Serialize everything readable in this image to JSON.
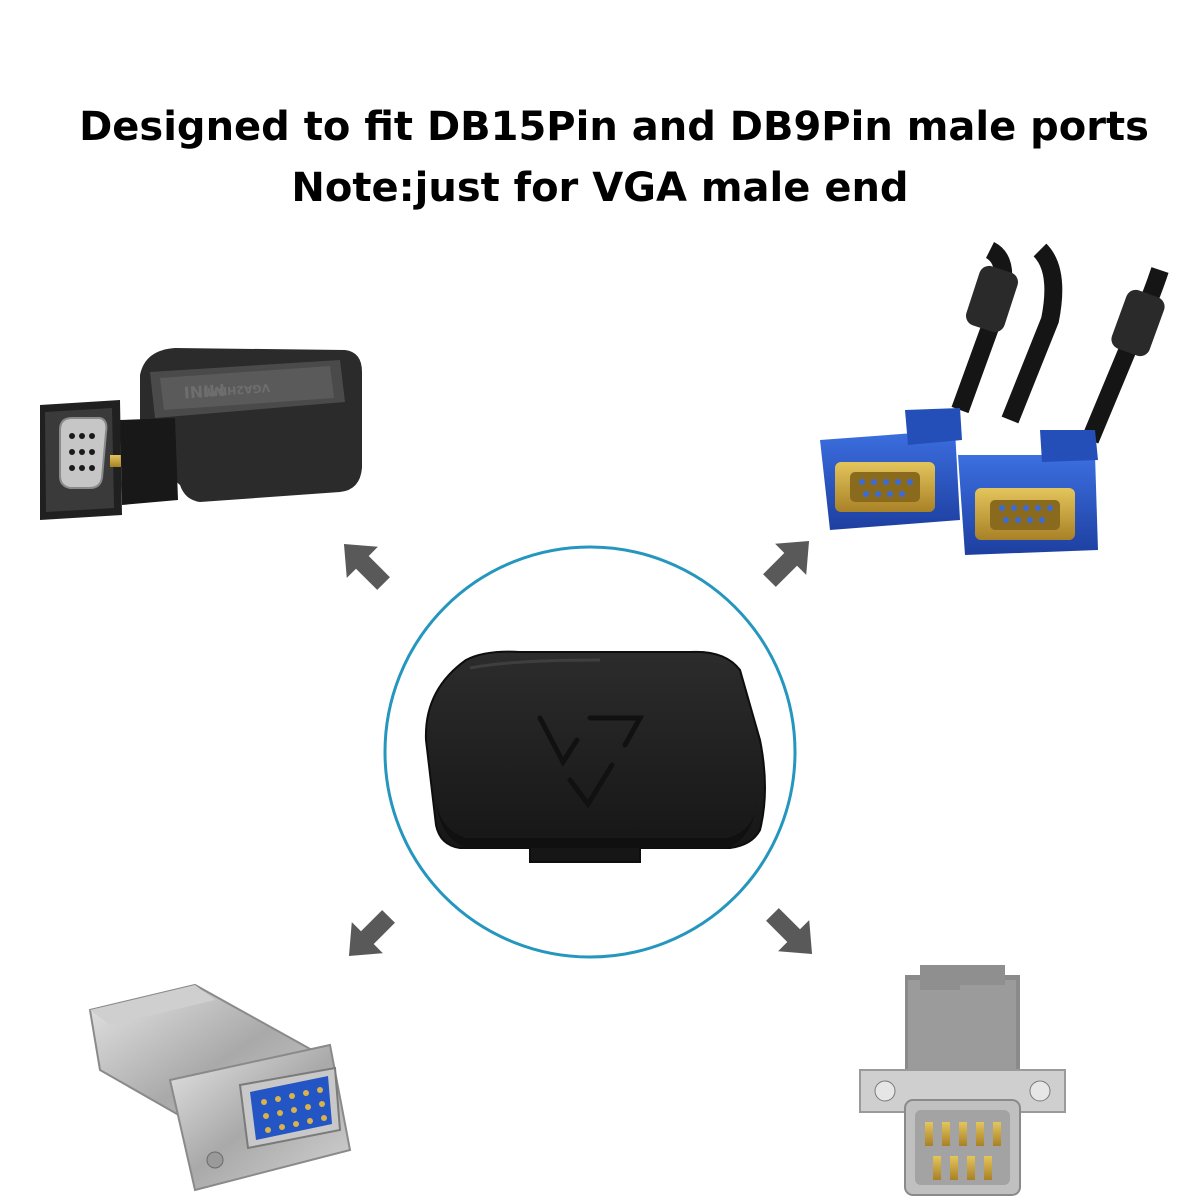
{
  "headline": {
    "line1": "Designed to fit DB15Pin and DB9Pin male ports",
    "line2": "Note:just for VGA male end"
  },
  "adapter": {
    "brand_label": "MINI",
    "model_label": "VGA2HDMI"
  },
  "colors": {
    "ring": "#2596be",
    "arrow": "#595959",
    "cap": "#1e1e1e",
    "vga_blue": "#2a58c8",
    "gold": "#c9a23a"
  },
  "icons": [
    "arrow-up-left-icon",
    "arrow-up-right-icon",
    "arrow-down-left-icon",
    "arrow-down-right-icon",
    "recycle-icon"
  ]
}
